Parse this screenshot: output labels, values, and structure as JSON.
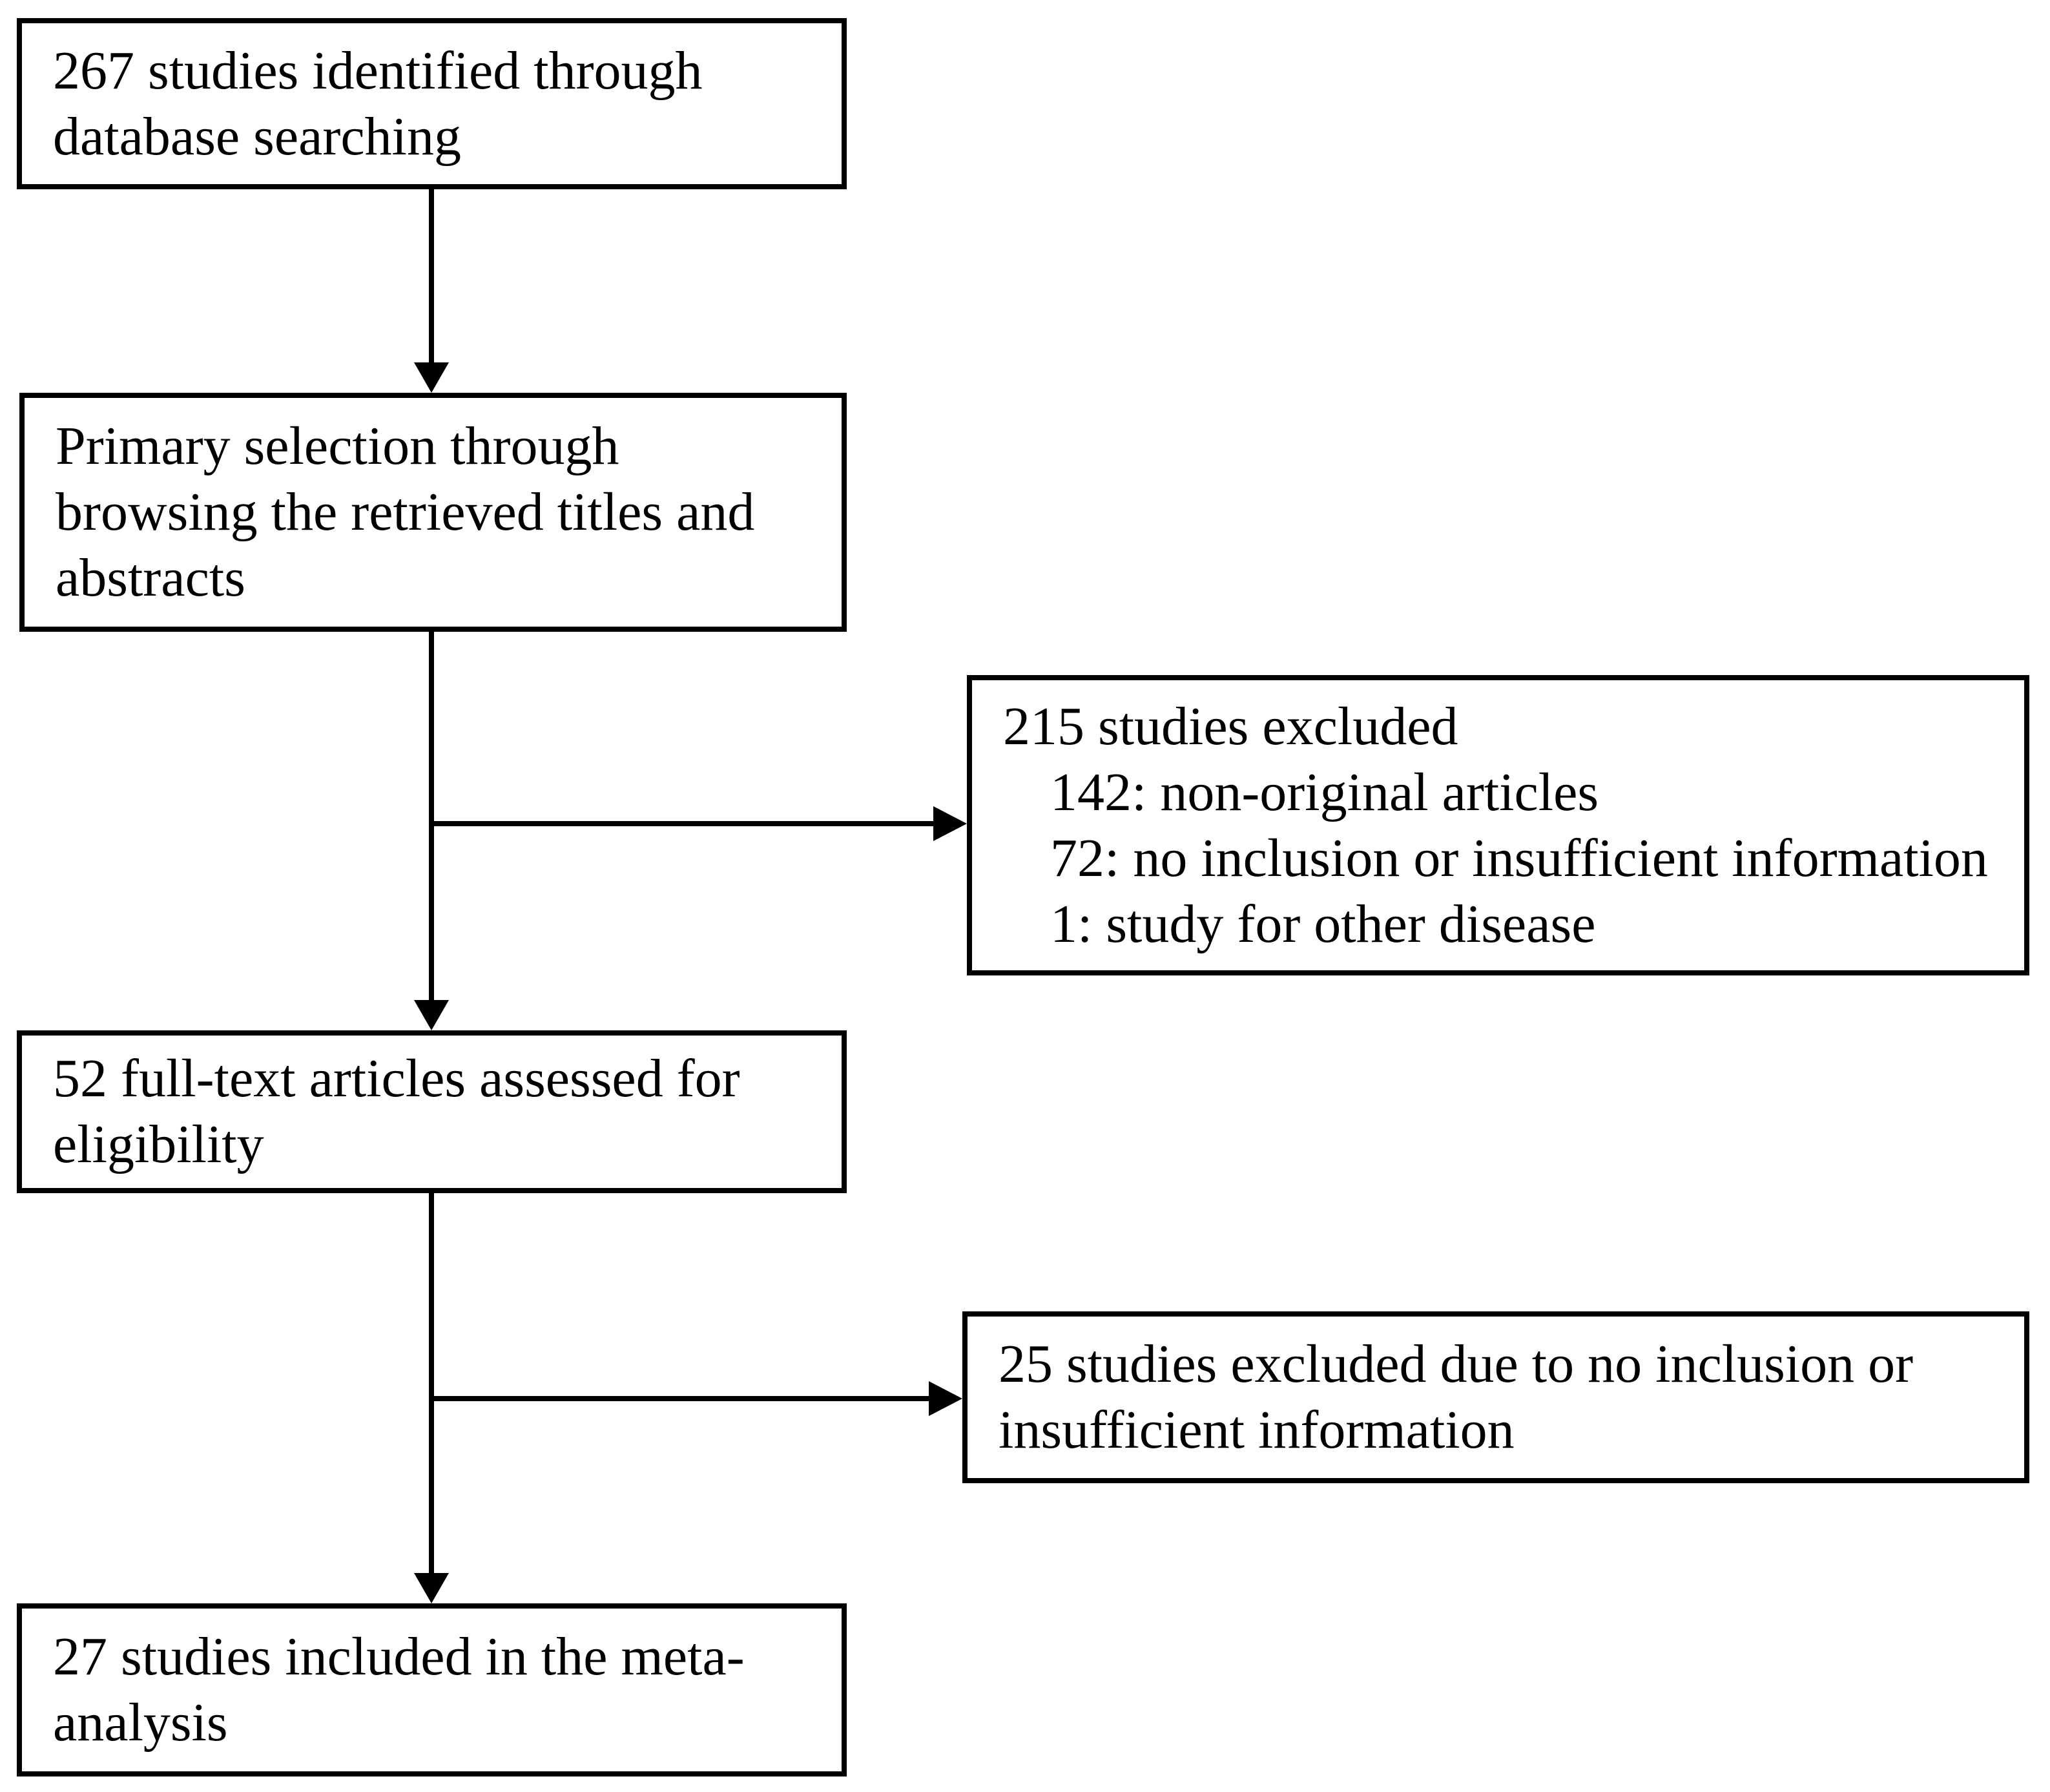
{
  "flow": {
    "boxes": {
      "identified": {
        "lines": [
          "267 studies identified through",
          "database searching"
        ]
      },
      "primary_selection": {
        "lines": [
          "Primary selection through",
          "browsing the retrieved titles and",
          "abstracts"
        ]
      },
      "excluded_primary": {
        "lines": [
          "215 studies excluded",
          "142: non-original articles",
          "72: no inclusion or insufficient information",
          "1: study for other disease"
        ]
      },
      "full_text": {
        "lines": [
          "52 full-text articles assessed for",
          "eligibility"
        ]
      },
      "excluded_full_text": {
        "lines": [
          "25 studies excluded due to no inclusion or",
          "insufficient information"
        ]
      },
      "included": {
        "lines": [
          "27 studies included in the meta-",
          "analysis"
        ]
      }
    },
    "counts": {
      "identified": 267,
      "excluded_primary_total": 215,
      "excluded_non_original": 142,
      "excluded_no_inclusion": 72,
      "excluded_other_disease": 1,
      "full_text_assessed": 52,
      "excluded_full_text": 25,
      "included_meta_analysis": 27
    },
    "colors": {
      "border": "#000000",
      "text": "#000000",
      "background": "#ffffff"
    }
  }
}
